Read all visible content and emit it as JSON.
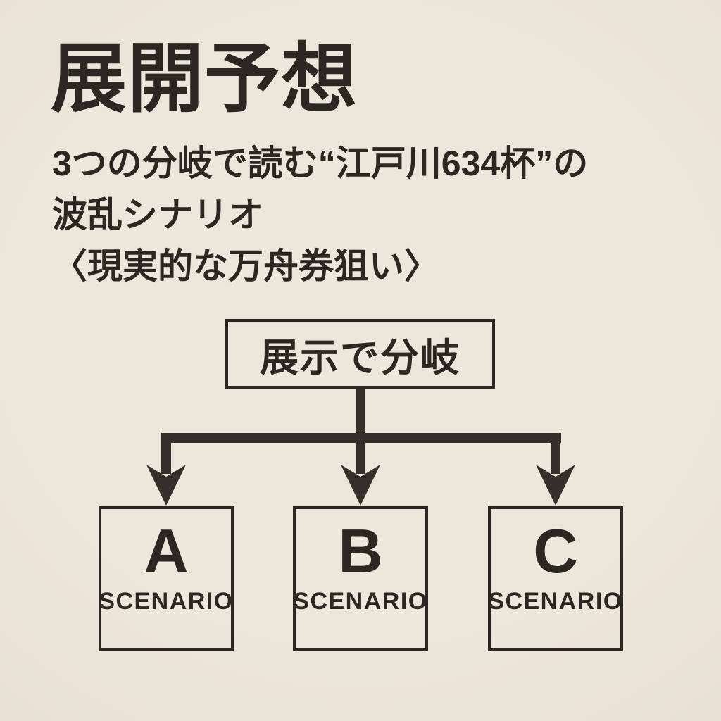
{
  "colors": {
    "bg": "#ede6da",
    "bg-edge": "#e6dfd2",
    "ink": "#2b2823",
    "line": "#34302b"
  },
  "header": {
    "title": "展開予想",
    "subtitle_lines": [
      "3つの分岐で読む“江戸川634杯”の",
      "波乱シナリオ",
      "〈現実的な万舟券狙い〉"
    ]
  },
  "diagram": {
    "root_label": "展示で分岐",
    "scenarios": [
      {
        "letter": "A",
        "sublabel": "SCENARIO"
      },
      {
        "letter": "B",
        "sublabel": "SCENARIO"
      },
      {
        "letter": "C",
        "sublabel": "SCENARIO"
      }
    ]
  }
}
